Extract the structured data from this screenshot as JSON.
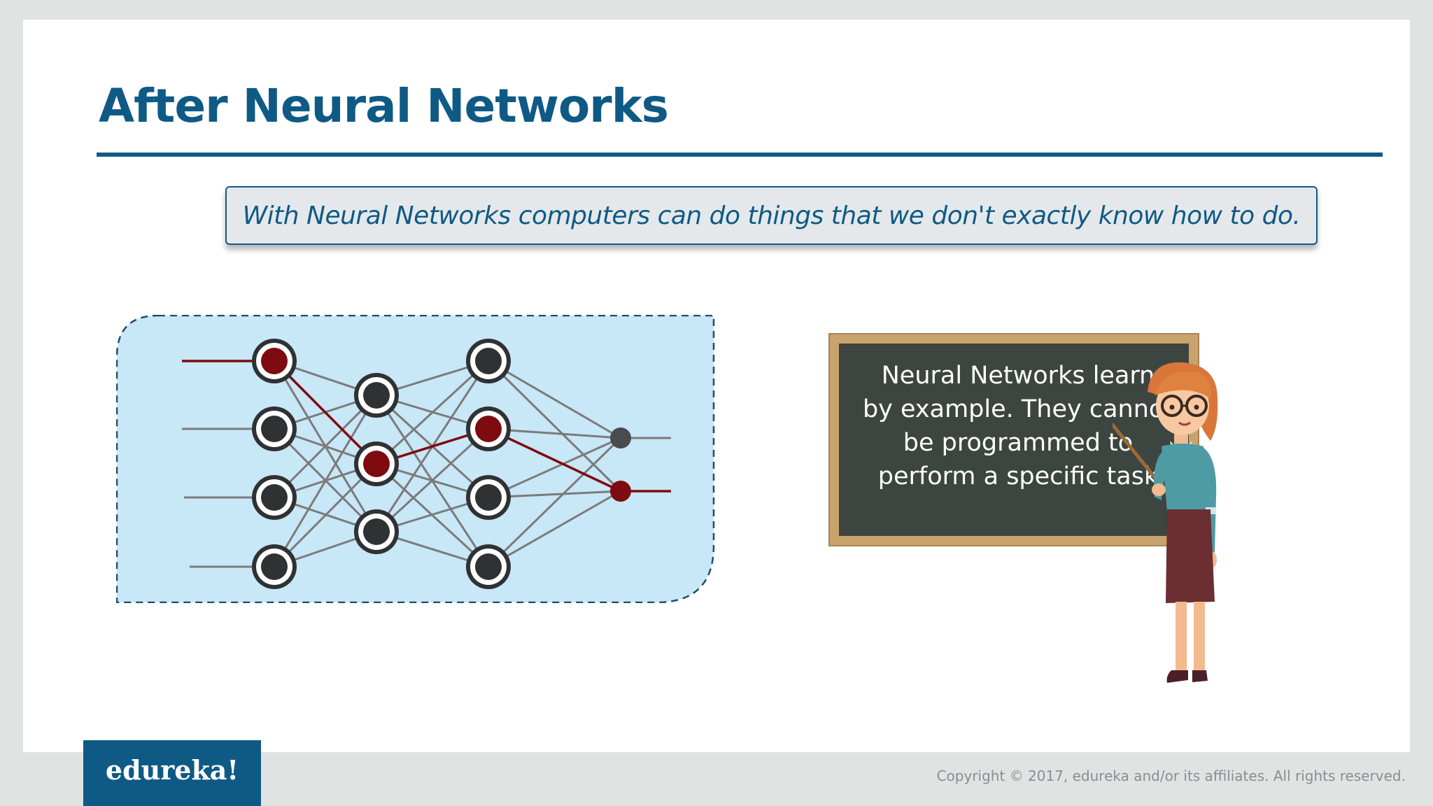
{
  "slide": {
    "title": "After Neural Networks",
    "callout": "With Neural Networks computers can do things that we don't exactly know how to do.",
    "board_lines": [
      "Neural Networks learn",
      "by example. They cannot",
      "be programmed to",
      "perform a specific task"
    ]
  },
  "footer": {
    "logo": "edureka!",
    "copyright": "Copyright © 2017, edureka and/or its affiliates. All rights reserved."
  },
  "colors": {
    "brand_blue": "#0f5a85",
    "node_dark": "#2f3133",
    "node_active": "#7e0b0f",
    "edge_gray": "#7b7b7b",
    "edge_active": "#7e0b0f",
    "nn_background": "#c8e7f7"
  },
  "network": {
    "layer_sizes": [
      4,
      3,
      4,
      2
    ],
    "active_nodes": [
      "0-0",
      "1-1",
      "2-1",
      "3-1"
    ],
    "active_path": [
      "0-0",
      "1-1",
      "2-1",
      "3-1"
    ]
  },
  "icons": {
    "neural-network": "neural-network-diagram",
    "teacher": "teacher-illustration"
  }
}
